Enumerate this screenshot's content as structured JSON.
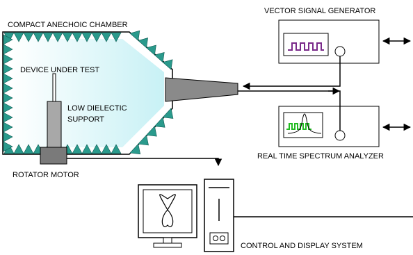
{
  "labels": {
    "chamber": "COMPACT ANECHOIC CHAMBER",
    "dut": "DEVICE UNDER TEST",
    "support_line1": "LOW DIELECTIC",
    "support_line2": "SUPPORT",
    "rotator": "ROTATOR MOTOR",
    "vsg": "VECTOR SIGNAL GENERATOR",
    "rtsa": "REAL TIME SPECTRUM ANALYZER",
    "control": "CONTROL AND DISPLAY SYSTEM"
  },
  "colors": {
    "absorber": "#2a9a8c",
    "chamber_fill": "#ffffff",
    "quiet_zone": "#cdf3f6",
    "horn": "#8a8a8a",
    "support": "#a8a8a8",
    "motor": "#7a7a7a",
    "vsg_trace": "#7a2a8a",
    "rtsa_trace": "#22bb22",
    "line": "#000000"
  }
}
